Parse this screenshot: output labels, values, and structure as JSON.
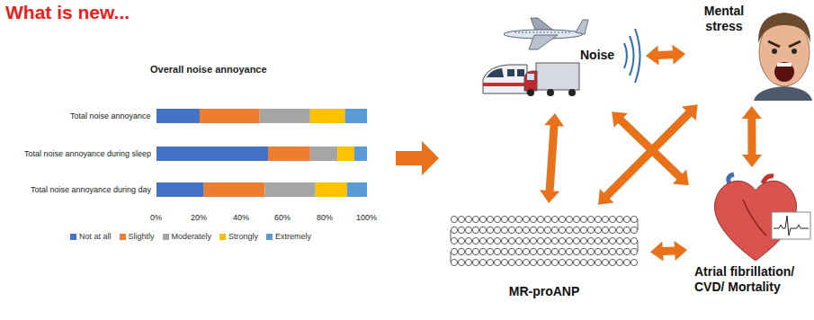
{
  "diagram": {
    "title": "What is new...",
    "nodes": [
      {
        "text": [
          "Noise"
        ]
      },
      {
        "text": [
          "Mental stress"
        ]
      },
      {
        "text": [
          "MR-proANP"
        ]
      },
      {
        "text": [
          "Atrial fibrillation/ CVD/ Mortality"
        ]
      }
    ],
    "edges": [
      {
        "from": 0,
        "to": 1,
        "arrow": "both"
      },
      {
        "from": 0,
        "to": 2,
        "arrow": "both"
      },
      {
        "from": 1,
        "to": 3,
        "arrow": "both"
      },
      {
        "from": 2,
        "to": 3,
        "arrow": "both"
      },
      {
        "from": 0,
        "to": 3,
        "arrow": "both"
      },
      {
        "from": 1,
        "to": 2,
        "arrow": "both"
      }
    ],
    "labels": [
      "Overall noise annoyance",
      "Total noise annoyance",
      "Total noise annoyance during sleep",
      "Total noise annoyance during day",
      "0%",
      "20%",
      "40%",
      "60%",
      "80%",
      "100%"
    ],
    "legend": [
      {
        "text": "Not at all",
        "color": "#4472c4"
      },
      {
        "text": "Slightly",
        "color": "#ed7d31"
      },
      {
        "text": "Moderately",
        "color": "#a5a5a5"
      },
      {
        "text": "Strongly",
        "color": "#ffc000"
      },
      {
        "text": "Extremely",
        "color": "#5b9bd5"
      }
    ]
  }
}
